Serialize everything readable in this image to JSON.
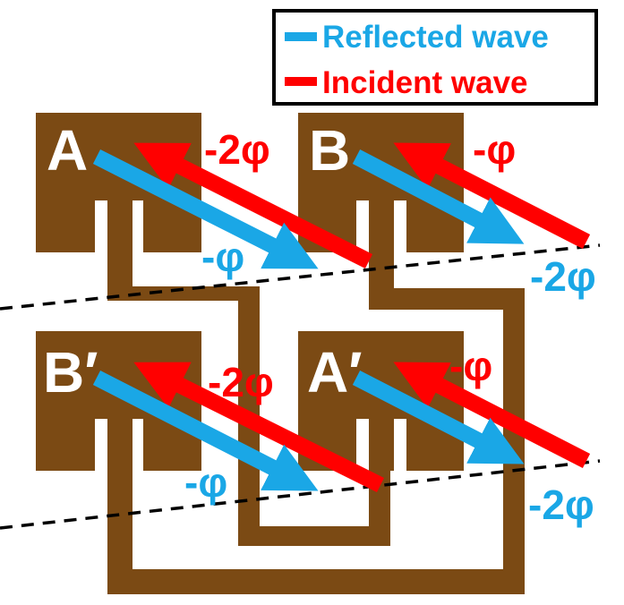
{
  "legend": {
    "reflected": "Reflected wave",
    "incident": "Incident wave"
  },
  "cells": {
    "A": "A",
    "B": "B",
    "B_prime": "B′",
    "A_prime": "A′"
  },
  "phases": {
    "top_left_incident": "-2φ",
    "top_left_reflected": "-φ",
    "top_right_incident": "-φ",
    "top_right_reflected": "-2φ",
    "bottom_left_incident": "-2φ",
    "bottom_left_reflected": "-φ",
    "bottom_right_incident": "-φ",
    "bottom_right_reflected": "-2φ"
  },
  "colors": {
    "metal": "#7b4a14",
    "incident": "#ff0000",
    "reflected": "#1aa7e6",
    "background": "#ffffff"
  }
}
